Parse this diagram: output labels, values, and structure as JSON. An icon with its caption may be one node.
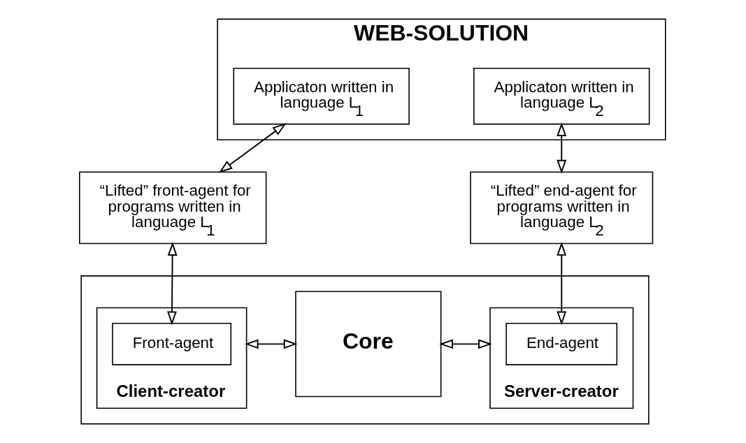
{
  "diagram": {
    "nodes": [
      {
        "text": [
          "WEB-SOLUTION"
        ]
      },
      {
        "text": [
          "Applicaton written in language L$_{1}$"
        ],
        "in": 0
      },
      {
        "text": [
          "Applicaton written in language L$_{2}$"
        ],
        "in": 0
      },
      {
        "text": [
          "“Lifted” front-agent for programs written in language L$_{1}$"
        ]
      },
      {
        "text": [
          "“Lifted” end-agent for programs written in language L$_{2}$"
        ]
      },
      {
        "text": [],
        "shape": "box"
      },
      {
        "text": [
          "Client-creator"
        ],
        "in": 5
      },
      {
        "text": [
          "Front-agent"
        ],
        "in": 6
      },
      {
        "text": [
          "Core"
        ],
        "in": 5
      },
      {
        "text": [
          "Server-creator"
        ],
        "in": 5
      },
      {
        "text": [
          "End-agent"
        ],
        "in": 9
      }
    ],
    "edges": [
      {
        "from": 1,
        "to": 3,
        "arrow": "both"
      },
      {
        "from": 2,
        "to": 4,
        "arrow": "both"
      },
      {
        "from": 3,
        "to": 7,
        "arrow": "both"
      },
      {
        "from": 4,
        "to": 10,
        "arrow": "both"
      },
      {
        "from": 6,
        "to": 8,
        "arrow": "both"
      },
      {
        "from": 8,
        "to": 9,
        "arrow": "both"
      }
    ]
  }
}
